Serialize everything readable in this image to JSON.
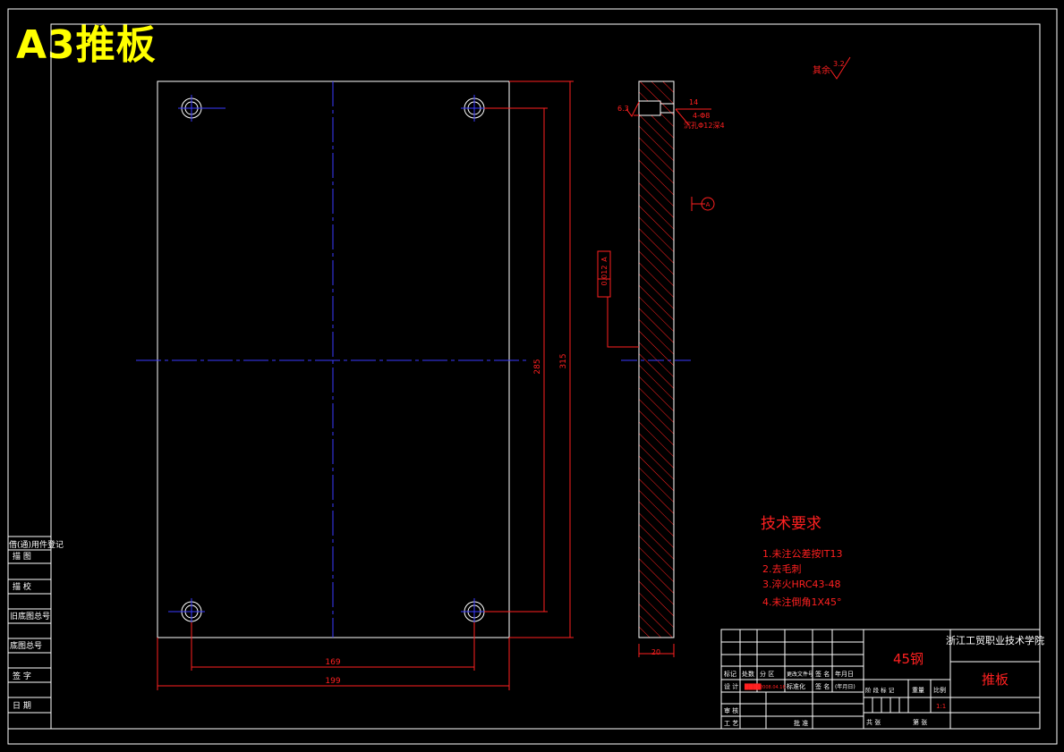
{
  "sheet_title": "A3推板",
  "dims": {
    "hole_span_vertical": "285",
    "overall_height": "315",
    "hole_span_horizontal": "169",
    "overall_width": "199",
    "thickness": "20",
    "counterbore_depth": "6.3",
    "counterbore_dia": "14",
    "hole_spec": "4-Φ8",
    "thread_spec": "沉孔Φ12深4"
  },
  "roughness_note": {
    "prefix": "其余",
    "value": "3.2"
  },
  "tolerance_frame": {
    "value": "0.012",
    "datum": "A"
  },
  "datum_mark": "A",
  "tech_requirements": {
    "title": "技术要求",
    "items": [
      "1.未注公差按IT13",
      "2.去毛刺",
      "3.淬火HRC43-48",
      "4.未注倒角1X45°"
    ]
  },
  "left_strip": {
    "labels": [
      "借(通)用件登记",
      "描  图",
      "描  校",
      "旧底图总号",
      "底图总号",
      "签  字",
      "日  期"
    ]
  },
  "title_block": {
    "material": "45钢",
    "school": "浙江工贸职业技术学院",
    "part_name": "推板",
    "row_labels_1": [
      "标记",
      "处数",
      "分 区",
      "更改文件号",
      "签 名",
      "年月日"
    ],
    "row_labels_2": [
      "设 计",
      "",
      "",
      "标准化",
      "签 名",
      "(年月日)"
    ],
    "designer": "████",
    "date": "2008.04.16",
    "review": "审 核",
    "process": "工 艺",
    "approve": "批 准",
    "stage_labels": [
      "阶 段 标 记",
      "重量",
      "比例"
    ],
    "scale": "1:1",
    "sheet_labels": [
      "共  张",
      "第  张"
    ]
  }
}
